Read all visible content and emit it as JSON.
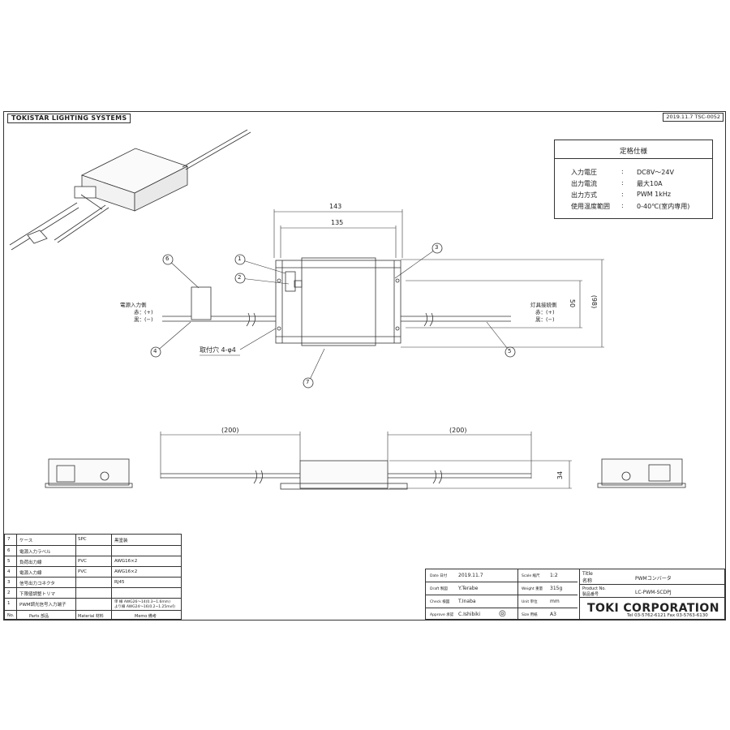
{
  "header": {
    "company": "TOKISTAR LIGHTING SYSTEMS",
    "doc_ref": "2019.11.7 TSC-0052"
  },
  "spec": {
    "title": "定格仕様",
    "rows": [
      {
        "label": "入力電圧",
        "sep": ":",
        "value": "DC8V〜24V"
      },
      {
        "label": "出力電流",
        "sep": ":",
        "value": "最大10A"
      },
      {
        "label": "出力方式",
        "sep": ":",
        "value": "PWM 1kHz"
      },
      {
        "label": "使用温度範囲",
        "sep": ":",
        "value": "0-40℃(室内専用)"
      }
    ]
  },
  "dimensions": {
    "width_overall": "143",
    "width_body": "135",
    "height_mount": "50",
    "height_overall": "(98)",
    "cable_left": "(200)",
    "cable_right": "(200)",
    "thickness": "34"
  },
  "labels": {
    "input_side": "電源入力側",
    "input_red": "赤：(+)",
    "input_black": "黒：(−)",
    "output_side": "灯具接続側",
    "output_red": "赤：(+)",
    "output_black": "黒：(−)",
    "mount_hole": "取付穴 4-φ4"
  },
  "callouts": [
    "1",
    "2",
    "3",
    "4",
    "5",
    "6",
    "7"
  ],
  "parts_list": {
    "rows": [
      {
        "no": "7",
        "part": "ケース",
        "material": "SPC",
        "memo": "黒塗装"
      },
      {
        "no": "6",
        "part": "電源入力ラベル",
        "material": "",
        "memo": ""
      },
      {
        "no": "5",
        "part": "負荷出力線",
        "material": "PVC",
        "memo": "AWG16×2"
      },
      {
        "no": "4",
        "part": "電源入力線",
        "material": "PVC",
        "memo": "AWG16×2"
      },
      {
        "no": "3",
        "part": "信号出力コネクタ",
        "material": "",
        "memo": "RJ45"
      },
      {
        "no": "2",
        "part": "下限値調整トリマ",
        "material": "",
        "memo": ""
      },
      {
        "no": "1",
        "part": "PWM調光信号入力端子",
        "material": "",
        "memo": "単 線 AWG26〜14(0.3~1.6mm)\nより線 AWG24〜16(0.2~1.25m㎡)"
      }
    ],
    "header": {
      "no": "No.",
      "part": "Parts 部品",
      "material": "Material 材料",
      "memo": "Memo 備考"
    }
  },
  "title_block": {
    "date_label": "Date 日付",
    "date": "2019.11.7",
    "draft_label": "Draft 製図",
    "draft": "Y.Terabe",
    "check_label": "Check 検図",
    "check": "T.Inaba",
    "approve_label": "Approve 承認",
    "approve": "C.Ishibiki",
    "scale_label": "Scale 縮尺",
    "scale": "1:2",
    "weight_label": "Weight 重量",
    "weight": "315g",
    "unit_label": "Unit 単位",
    "unit": "mm",
    "size_label": "Size 用紙",
    "size": "A3",
    "title_label": "Title\n名称",
    "title": "PWMコンバータ",
    "product_label": "Product No.\n製品番号",
    "product": "LC-PWM-SCDPJ",
    "company": "TOKI CORPORATION",
    "contact": "Tel 03-5762-6121  Fax 03-5763-6130"
  }
}
